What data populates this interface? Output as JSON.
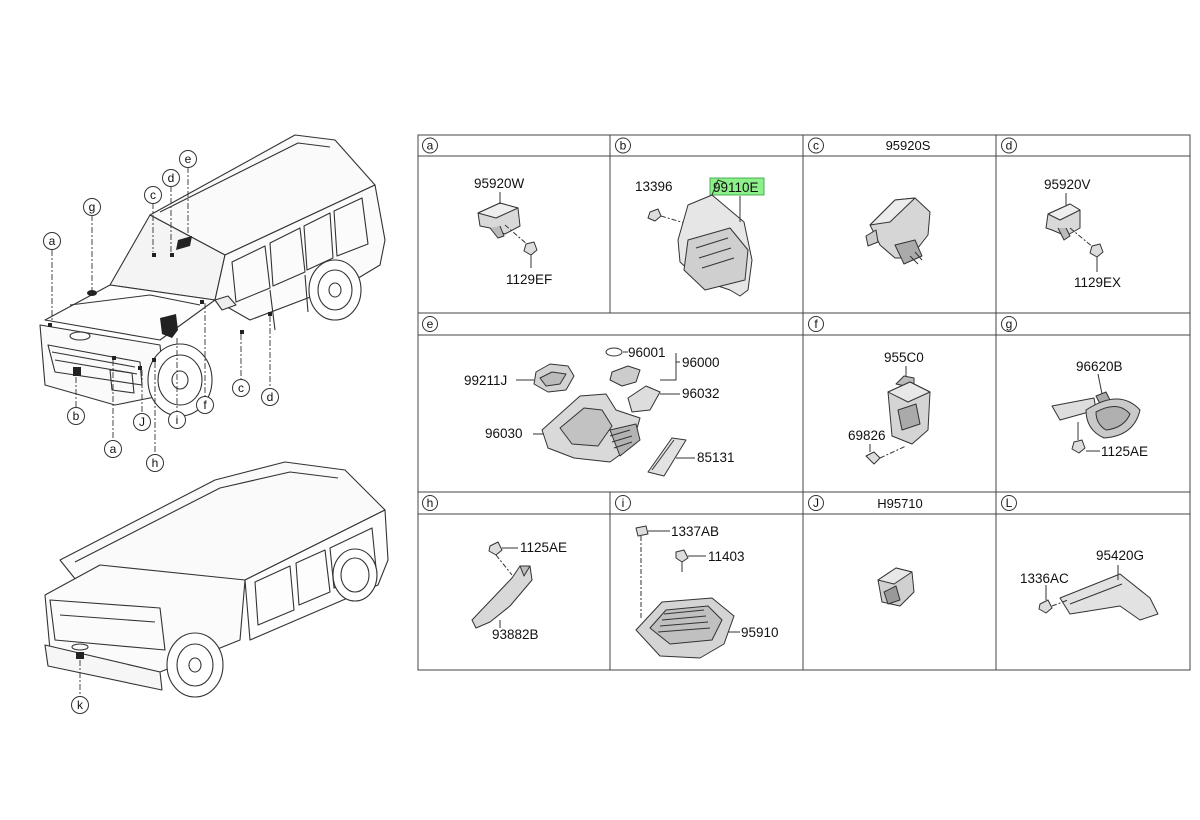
{
  "cells": [
    {
      "letter": "a",
      "title": "",
      "parts": [
        "95920W",
        "1129EF"
      ]
    },
    {
      "letter": "b",
      "title": "",
      "parts": [
        "13396",
        "99110E"
      ],
      "highlight": "99110E",
      "highlight_color": "#8ef08a"
    },
    {
      "letter": "c",
      "title": "95920S",
      "parts": []
    },
    {
      "letter": "d",
      "title": "",
      "parts": [
        "95920V",
        "1129EX"
      ]
    },
    {
      "letter": "e",
      "title": "",
      "parts": [
        "96001",
        "96000",
        "99211J",
        "96032",
        "96030",
        "85131"
      ]
    },
    {
      "letter": "f",
      "title": "",
      "parts": [
        "955C0",
        "69826"
      ]
    },
    {
      "letter": "g",
      "title": "",
      "parts": [
        "96620B",
        "1125AE"
      ]
    },
    {
      "letter": "h",
      "title": "",
      "parts": [
        "1125AE",
        "93882B"
      ]
    },
    {
      "letter": "i",
      "title": "",
      "parts": [
        "1337AB",
        "11403",
        "95910"
      ]
    },
    {
      "letter": "J",
      "title": "H95710",
      "parts": []
    },
    {
      "letter": "L",
      "title": "",
      "parts": [
        "1336AC",
        "95420G"
      ]
    }
  ],
  "front_vehicle_callouts": [
    "e",
    "g",
    "c",
    "d",
    "a",
    "b",
    "a",
    "J",
    "i",
    "h",
    "f",
    "c",
    "d"
  ],
  "rear_vehicle_callouts": [
    "k"
  ]
}
